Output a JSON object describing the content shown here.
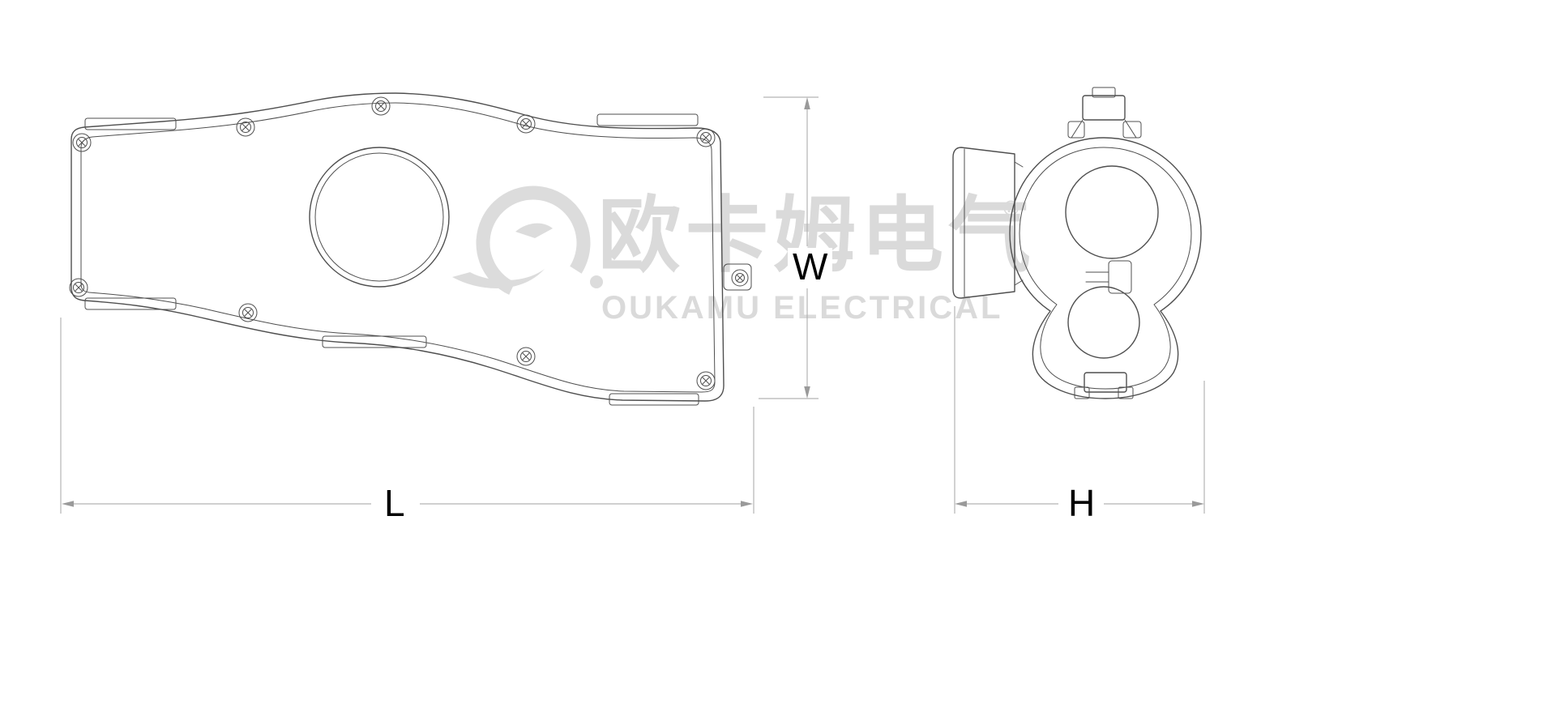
{
  "watermark": {
    "cn_text": "欧卡姆电气",
    "reg_mark": "®",
    "en_text": "OUKAMU ELECTRICAL",
    "color": "#dadada"
  },
  "dimension_labels": {
    "length": "L",
    "width": "W",
    "height": "H"
  },
  "colors": {
    "background": "#ffffff",
    "drawing_line": "#4f4f4f",
    "dimension_line": "#b3b3b3",
    "label_text": "#000000"
  }
}
